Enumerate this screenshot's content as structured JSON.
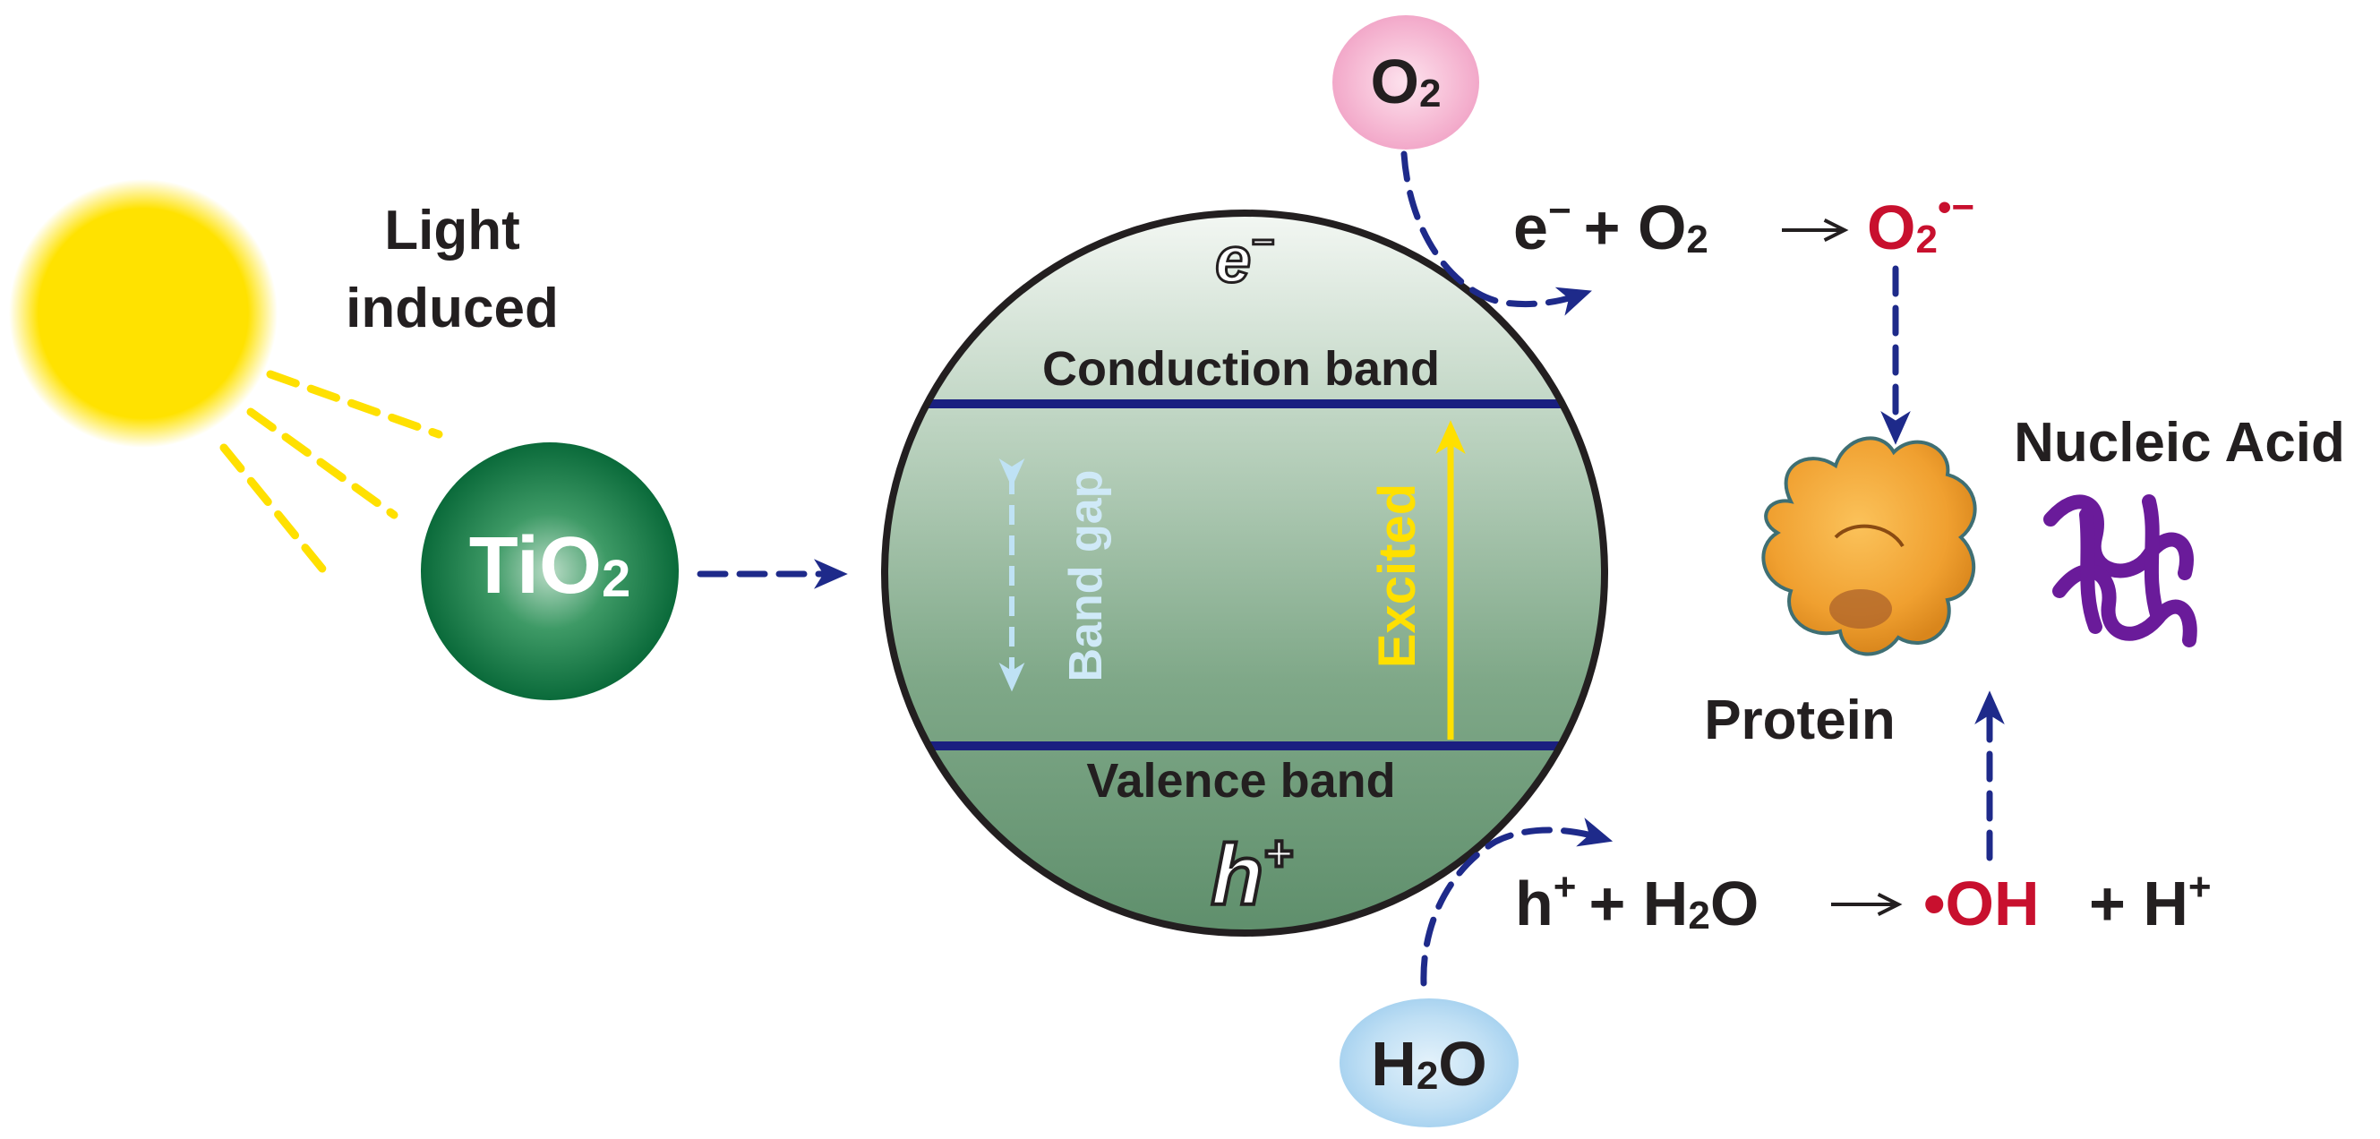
{
  "light_label_line1": "Light",
  "light_label_line2": "induced",
  "catalyst": {
    "base": "TiO",
    "sub": "2"
  },
  "o2_bubble": {
    "base": "O",
    "sub": "2"
  },
  "h2o_bubble": {
    "h": "H",
    "sub": "2",
    "o": "O"
  },
  "electron": {
    "base": "e",
    "sup": "−"
  },
  "hole": {
    "base": "h",
    "sup": "+"
  },
  "conduction_band": "Conduction band",
  "valence_band": "Valence band",
  "band_gap": "Band gap",
  "excited": "Excited",
  "reaction_top": {
    "e": "e",
    "e_sup": "−",
    "plus": "+ O",
    "o2_sub": "2",
    "product": "O",
    "product_sub": "2",
    "product_sup": "•−"
  },
  "reaction_bottom": {
    "h": "h",
    "h_sup": "+",
    "plus": "+ H",
    "h2o_sub": "2",
    "o": "O",
    "radical": "•OH",
    "tail": "+ H",
    "tail_sup": "+"
  },
  "protein_label": "Protein",
  "nucleic_label": "Nucleic Acid",
  "colors": {
    "sun": "#ffe000",
    "tio2": "#0a6a3a",
    "o2_bubble": "#f2a8c9",
    "h2o_bubble": "#a9d3f0",
    "band_line": "#1a1f80",
    "arrow_blue": "#1e2a8a",
    "radical_red": "#c8102e",
    "nucleic": "#6a1b9a",
    "protein": "#f0a030"
  }
}
